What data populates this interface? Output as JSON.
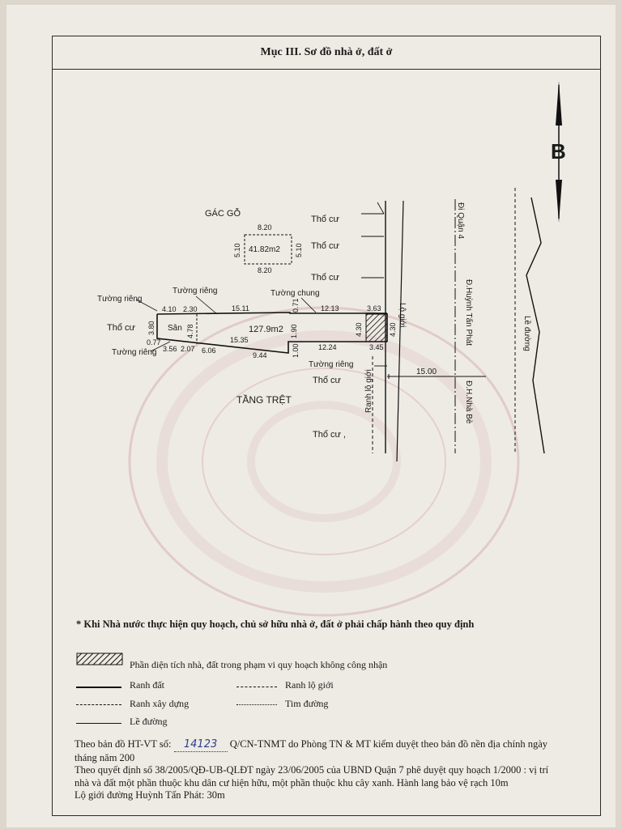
{
  "section_title": "Mục III. Sơ đồ nhà ở, đất ở",
  "direction_letter": "B",
  "plan": {
    "upper_floor_label": "GÁC GỖ",
    "upper_area": "41.82m2",
    "upper_dims": [
      "8.20",
      "8.20",
      "5.10",
      "5.10"
    ],
    "ground_floor_label": "TẦNG TRỆT",
    "main_area": "127.9m2",
    "yard_label": "Sân",
    "neighbor_labels": [
      "Thổ cư",
      "Thổ cư",
      "Thổ cư",
      "Thổ cư",
      "Thổ cư",
      "Thổ cư ,"
    ],
    "wall_labels": [
      "Tường riêng",
      "Tường riêng",
      "Tường chung",
      "Tường riêng",
      "Tường riêng"
    ],
    "dims_top": [
      "4.10",
      "2.30",
      "15.11",
      "0.71",
      "12.13",
      "3.63"
    ],
    "dims_bottom": [
      "3.56",
      "2.07",
      "6.06",
      "15.35",
      "9.44",
      "12.24",
      "3.45"
    ],
    "dims_side": [
      "3.80",
      "0.77",
      "4.78",
      "1.90",
      "1.00",
      "4.30",
      "4.30"
    ],
    "road_width": "15.00",
    "road_labels": [
      "Đi Quận 4",
      "Đ.Huỳnh Tấn Phát",
      "Đ.H.Nhà Bè",
      "Lộ giới",
      "Ranh lộ giới",
      "Lề đường"
    ]
  },
  "note": "* Khi Nhà nước thực hiện quy hoạch, chủ sở hữu nhà ở, đất ở phải chấp hành theo quy định",
  "legend": {
    "hatch": "Phần diện tích nhà, đất trong phạm vi quy hoạch không công nhận",
    "ranh_dat": "Ranh đất",
    "ranh_lo_gioi": "Ranh lộ giới",
    "ranh_xay_dung": "Ranh xây dựng",
    "tim_duong": "Tim đường",
    "le_duong": "Lề đường"
  },
  "footer": {
    "line1_prefix": "Theo bản đồ HT-VT số:",
    "map_number": "14123",
    "line1_suffix": "Q/CN-TNMT do Phòng TN & MT kiểm duyệt theo bản đồ nền địa chính ngày",
    "line2": "tháng   năm 200",
    "line3": "Theo quyết định số 38/2005/QĐ-UB-QLĐT ngày 23/06/2005 của UBND Quận 7 phê duyệt quy hoạch 1/2000 : vị trí",
    "line4": "nhà và đất một phần thuộc khu dân cư hiện hữu, một phần thuộc khu cây xanh. Hành lang bảo vệ rạch 10m",
    "line5": "Lộ giới đường Huỳnh Tấn Phát: 30m"
  },
  "colors": {
    "ink": "#1a1a1a",
    "stamp": "#c98f9a",
    "pen": "#2d3f8a"
  }
}
